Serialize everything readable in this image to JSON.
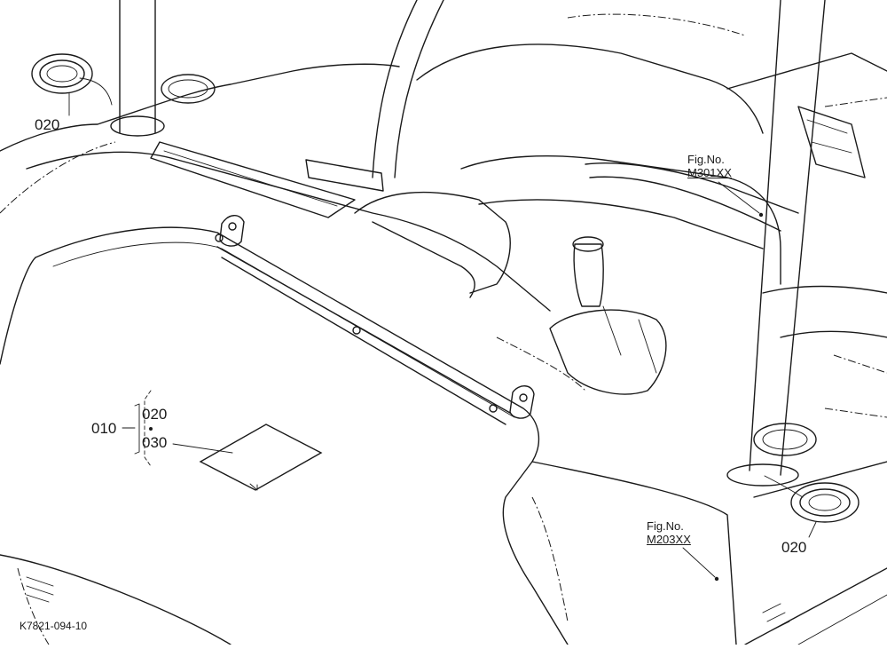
{
  "labels": {
    "part_020_top": "020",
    "part_020_bottom": "020",
    "part_010": "010",
    "part_020_group": "020",
    "part_030": "030"
  },
  "fig_refs": [
    {
      "title": "Fig.No.",
      "ref": "M301XX"
    },
    {
      "title": "Fig.No.",
      "ref": "M203XX"
    }
  ],
  "drawing_code": "K7821-094-10"
}
